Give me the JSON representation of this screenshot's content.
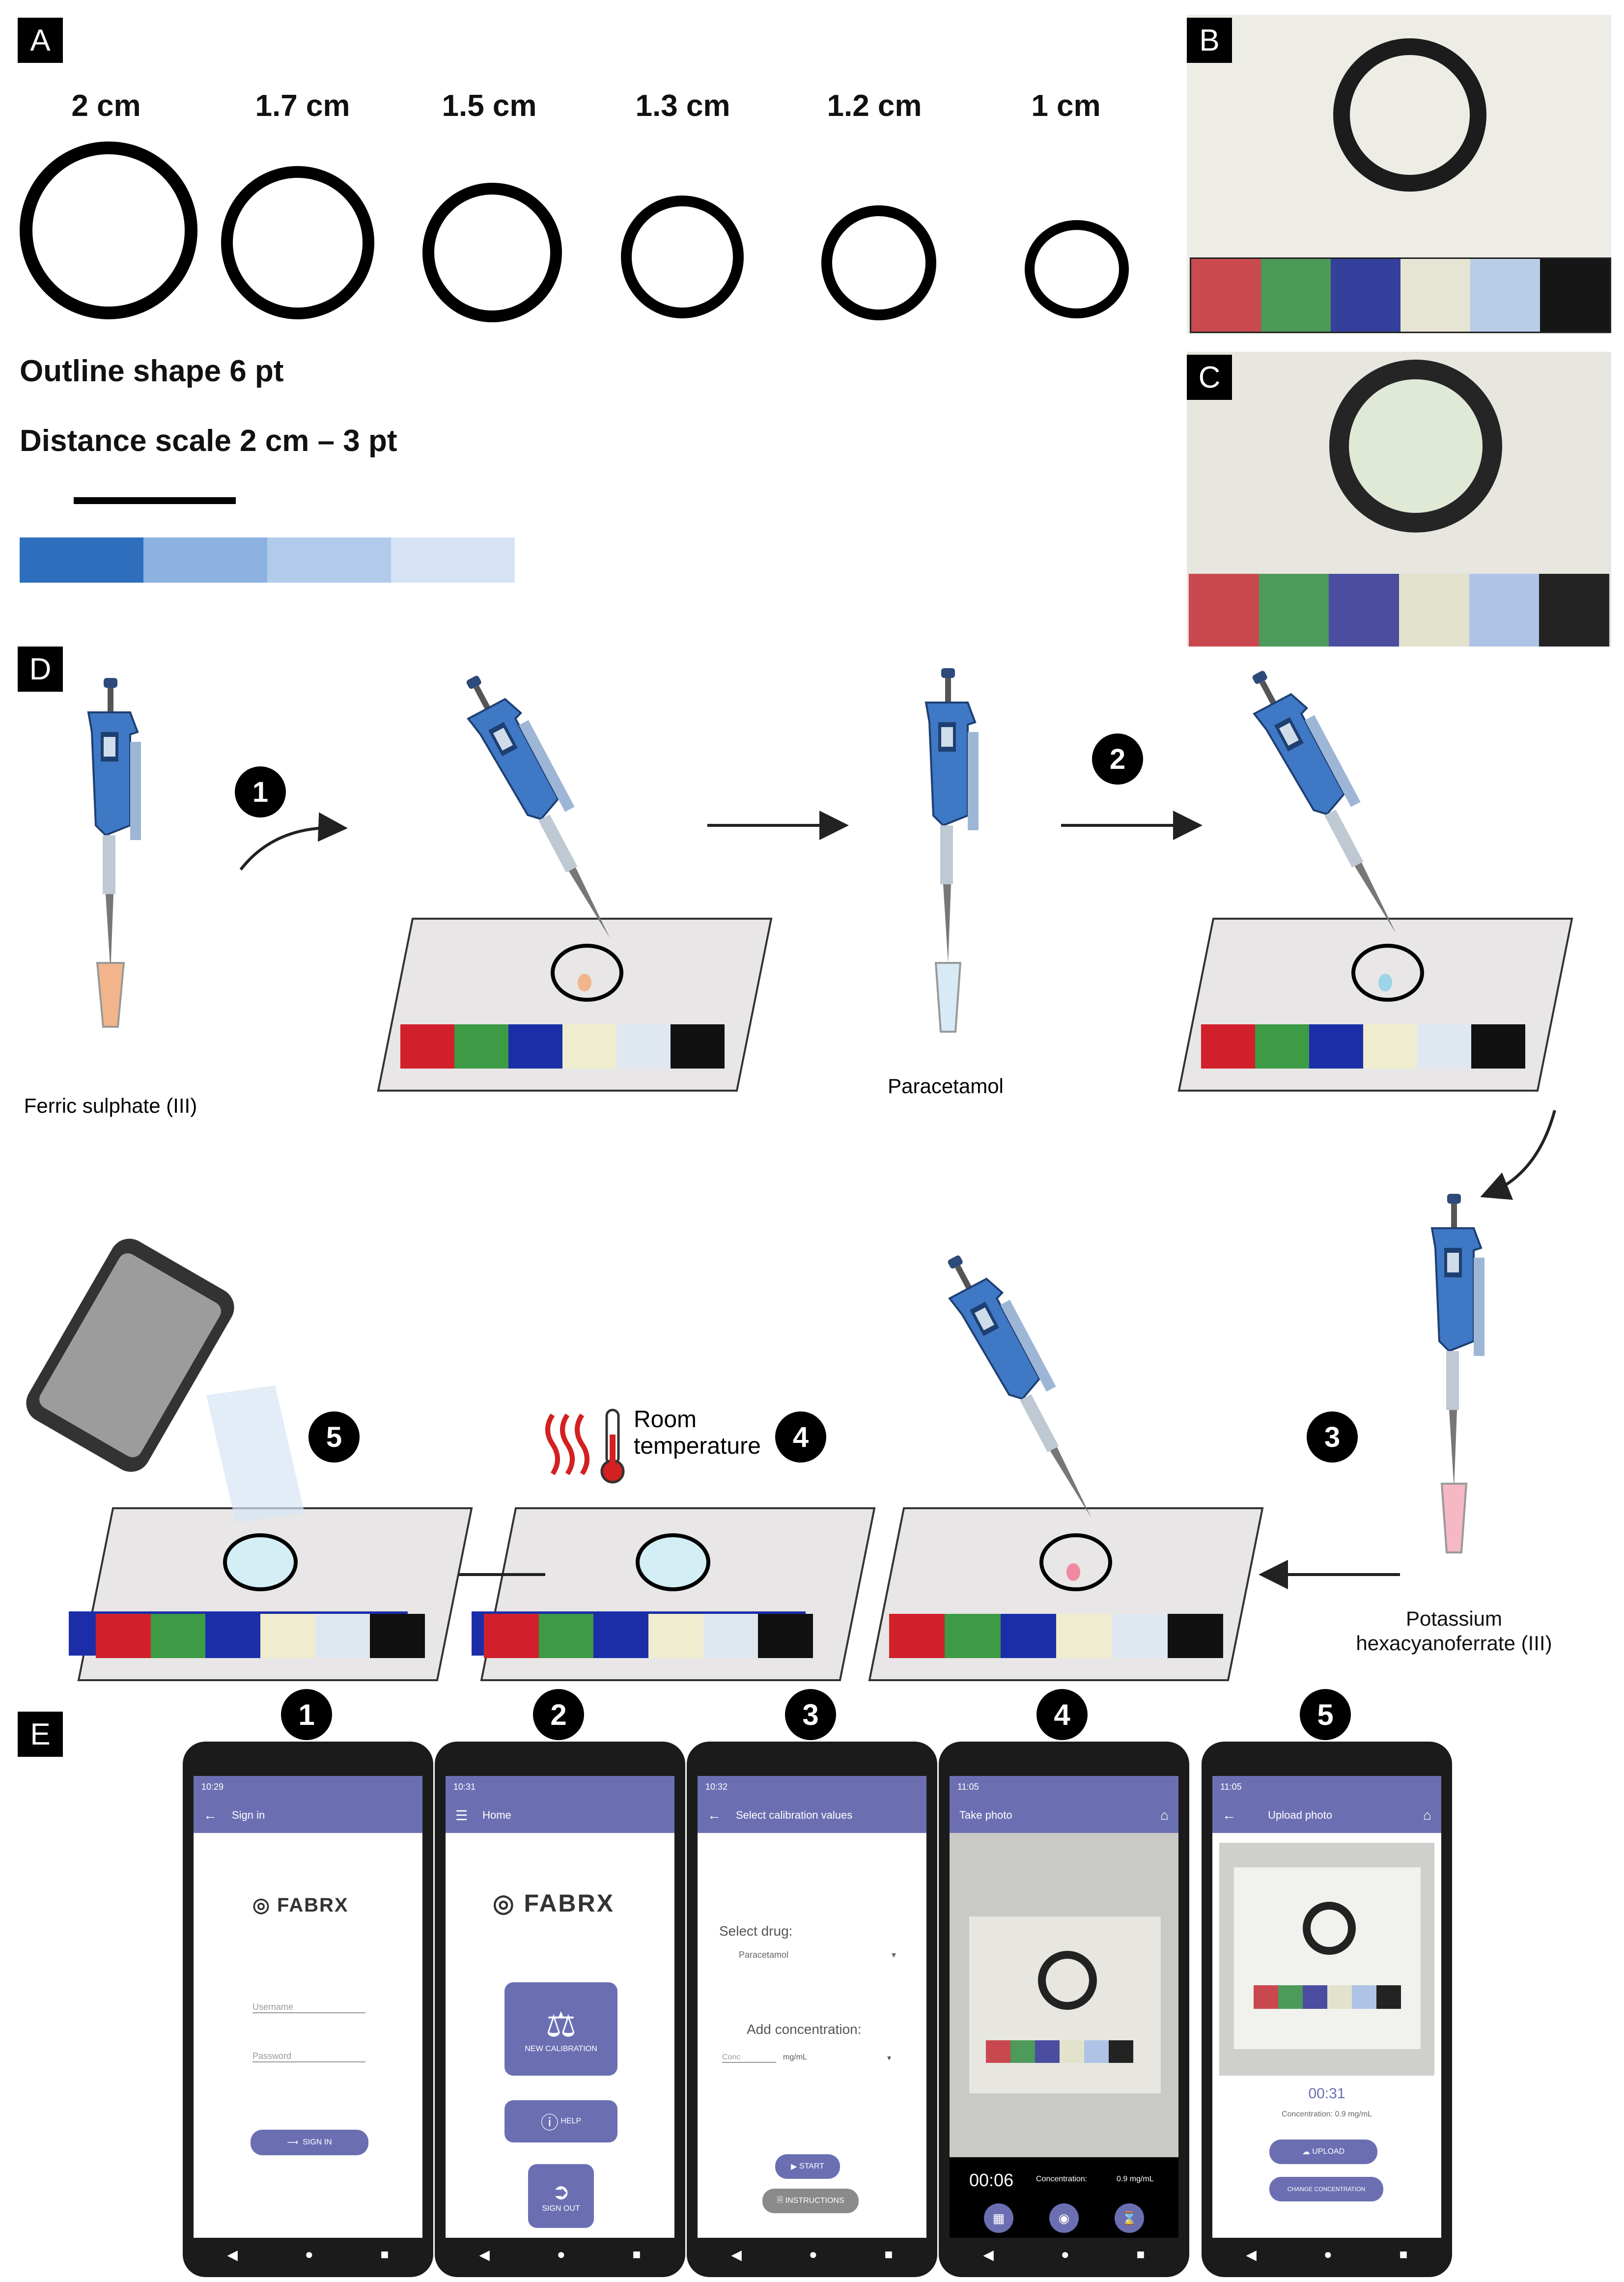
{
  "panels": {
    "a": "A",
    "b": "B",
    "c": "C",
    "d": "D",
    "e": "E"
  },
  "panel_a": {
    "sizes": [
      "2 cm",
      "1.7 cm",
      "1.5 cm",
      "1.3 cm",
      "1.2 cm",
      "1 cm"
    ],
    "outline_text": "Outline shape 6 pt",
    "distance_text": "Distance scale 2 cm – 3 pt",
    "blue_scale": [
      "#2e6fbd",
      "#8db1e0",
      "#b3cbea",
      "#d6e3f4"
    ]
  },
  "swatch_colors": [
    "#d1202c",
    "#3d9a45",
    "#1b2ea8",
    "#efeccf",
    "#c8dcef",
    "#111111"
  ],
  "swatch_colors_photo_b": [
    "#c94a4f",
    "#4c9a58",
    "#33419c",
    "#e6e4d2",
    "#b8cde6",
    "#161616"
  ],
  "swatch_colors_photo_c": [
    "#c9484f",
    "#4d9a5a",
    "#4b4da0",
    "#e3e2cc",
    "#aec3e6",
    "#232323"
  ],
  "panel_d": {
    "steps": [
      "1",
      "2",
      "3",
      "4",
      "5"
    ],
    "reagent_1": "Ferric sulphate (III)",
    "reagent_2": "Paracetamol",
    "reagent_3": "Potassium hexacyanoferrate (III)",
    "condition": "Room temperature"
  },
  "panel_e": {
    "step_numbers": [
      "1",
      "2",
      "3",
      "4",
      "5"
    ],
    "brand": "FABRX",
    "screen1": {
      "time": "10:29",
      "title": "Sign in",
      "username": "Username",
      "password": "Password",
      "button": "SIGN IN"
    },
    "screen2": {
      "time": "10:31",
      "title": "Home",
      "new_calibration": "NEW CALIBRATION",
      "help": "HELP",
      "sign_out": "SIGN OUT"
    },
    "screen3": {
      "time": "10:32",
      "title": "Select calibration values",
      "select_drug": "Select drug:",
      "drug_value": "Paracetamol",
      "add_concentration": "Add concentration:",
      "conc_placeholder": "Conc",
      "unit": "mg/mL",
      "start": "START",
      "instructions": "INSTRUCTIONS"
    },
    "screen4": {
      "time": "11:05",
      "title": "Take photo",
      "timer": "00:06",
      "concentration_label": "Concentration:",
      "concentration_value": "0.9 mg/mL"
    },
    "screen5": {
      "time": "11:05",
      "title": "Upload photo",
      "timer": "00:31",
      "concentration": "Concentration: 0.9 mg/mL",
      "upload": "UPLOAD",
      "change": "CHANGE CONCENTRATION"
    }
  }
}
